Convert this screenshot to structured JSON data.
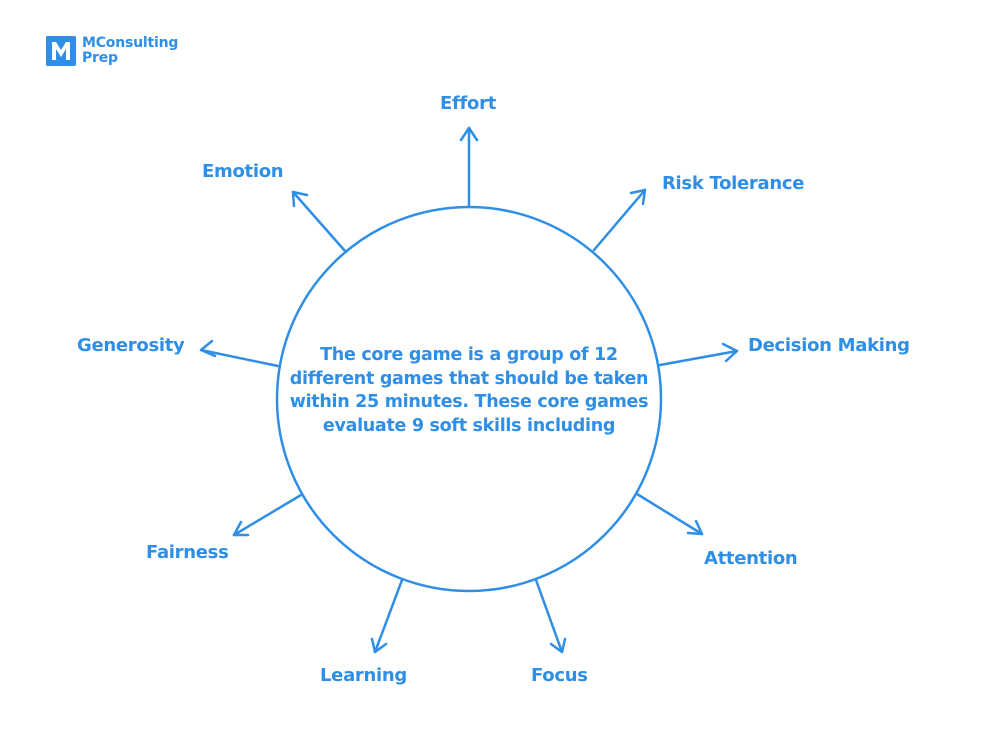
{
  "brand": {
    "line1": "MConsulting",
    "line2": "Prep",
    "color": "#2f8ee6"
  },
  "center": {
    "text": "The core game is a group of 12 different games that should be taken within 25 minutes. These core games evaluate 9 soft skills including"
  },
  "skills": [
    "Effort",
    "Risk Tolerance",
    "Decision Making",
    "Attention",
    "Focus",
    "Learning",
    "Fairness",
    "Generosity",
    "Emotion"
  ]
}
